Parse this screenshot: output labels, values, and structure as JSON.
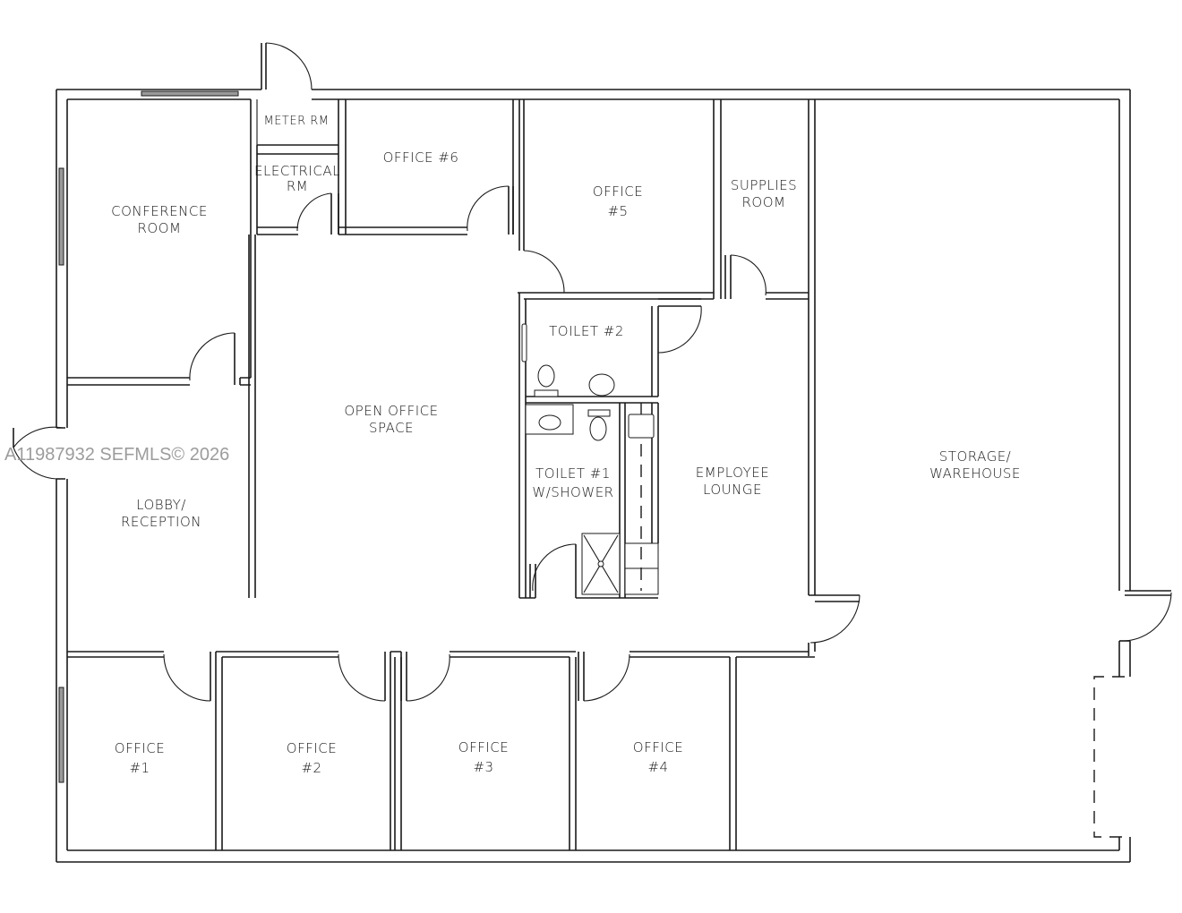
{
  "watermark": "A11987932  SEFMLS© 2026",
  "rooms": {
    "meter": "METER  RM",
    "electrical_1": "ELECTRICAL",
    "electrical_2": "RM",
    "office6": "OFFICE  #6",
    "office5_1": "OFFICE",
    "office5_2": "#5",
    "supplies_1": "SUPPLIES",
    "supplies_2": "ROOM",
    "conference_1": "CONFERENCE",
    "conference_2": "ROOM",
    "open_office_1": "OPEN  OFFICE",
    "open_office_2": "SPACE",
    "toilet2": "TOILET  #2",
    "toilet1_1": "TOILET  #1",
    "toilet1_2": "W/SHOWER",
    "lounge_1": "EMPLOYEE",
    "lounge_2": "LOUNGE",
    "storage_1": "STORAGE/",
    "storage_2": "WAREHOUSE",
    "lobby_1": "LOBBY/",
    "lobby_2": "RECEPTION",
    "office1_1": "OFFICE",
    "office1_2": "#1",
    "office2_1": "OFFICE",
    "office2_2": "#2",
    "office3_1": "OFFICE",
    "office3_2": "#3",
    "office4_1": "OFFICE",
    "office4_2": "#4"
  }
}
